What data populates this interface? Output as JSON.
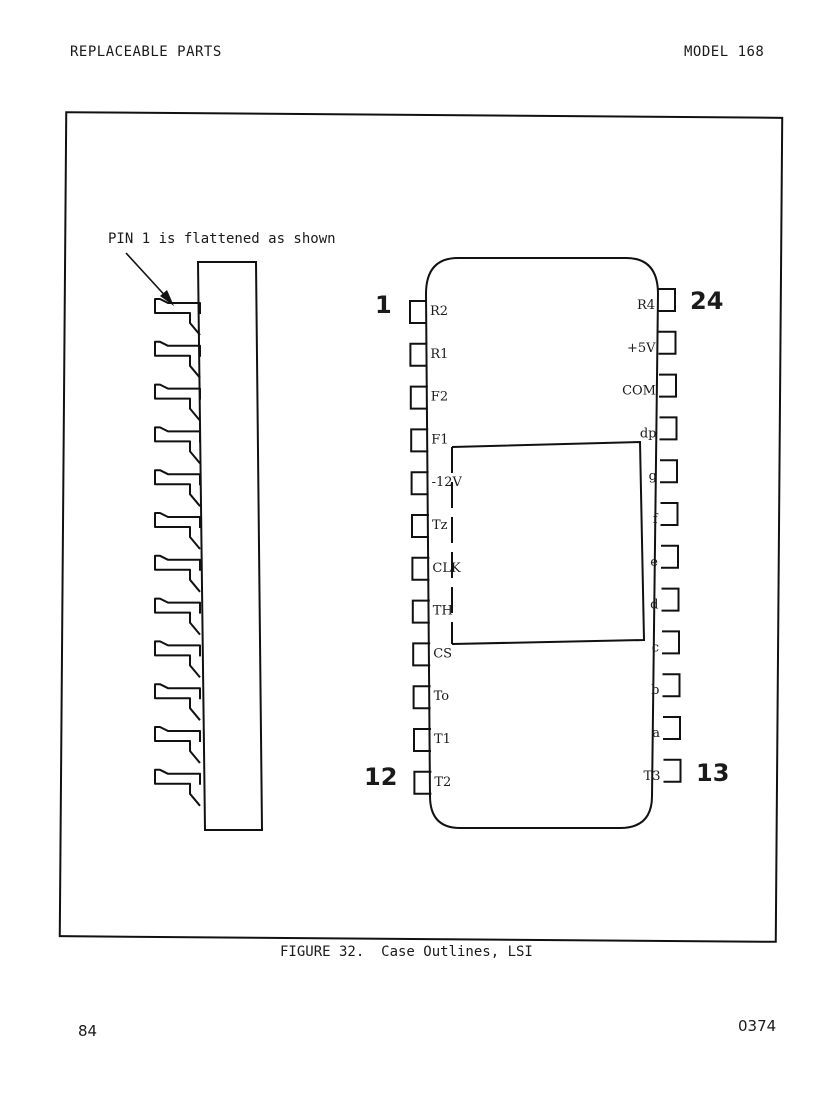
{
  "header": {
    "left": "REPLACEABLE PARTS",
    "right": "MODEL 168"
  },
  "figure": {
    "note": "PIN 1 is flattened as shown",
    "pin_numbers": {
      "top_left": "1",
      "top_right": "24",
      "bottom_left": "12",
      "bottom_right": "13"
    },
    "left_pins": [
      "R2",
      "R1",
      "F2",
      "F1",
      "-12V",
      "Tz",
      "CLK",
      "TH",
      "CS",
      "To",
      "T1",
      "T2"
    ],
    "right_pins": [
      "R4",
      "+5V",
      "COM",
      "dp",
      "g",
      "f",
      "e",
      "d",
      "c",
      "b",
      "a",
      "T3"
    ],
    "caption": "FIGURE 32.  Case Outlines, LSI"
  },
  "footer": {
    "page_number": "84",
    "code": "0374"
  }
}
